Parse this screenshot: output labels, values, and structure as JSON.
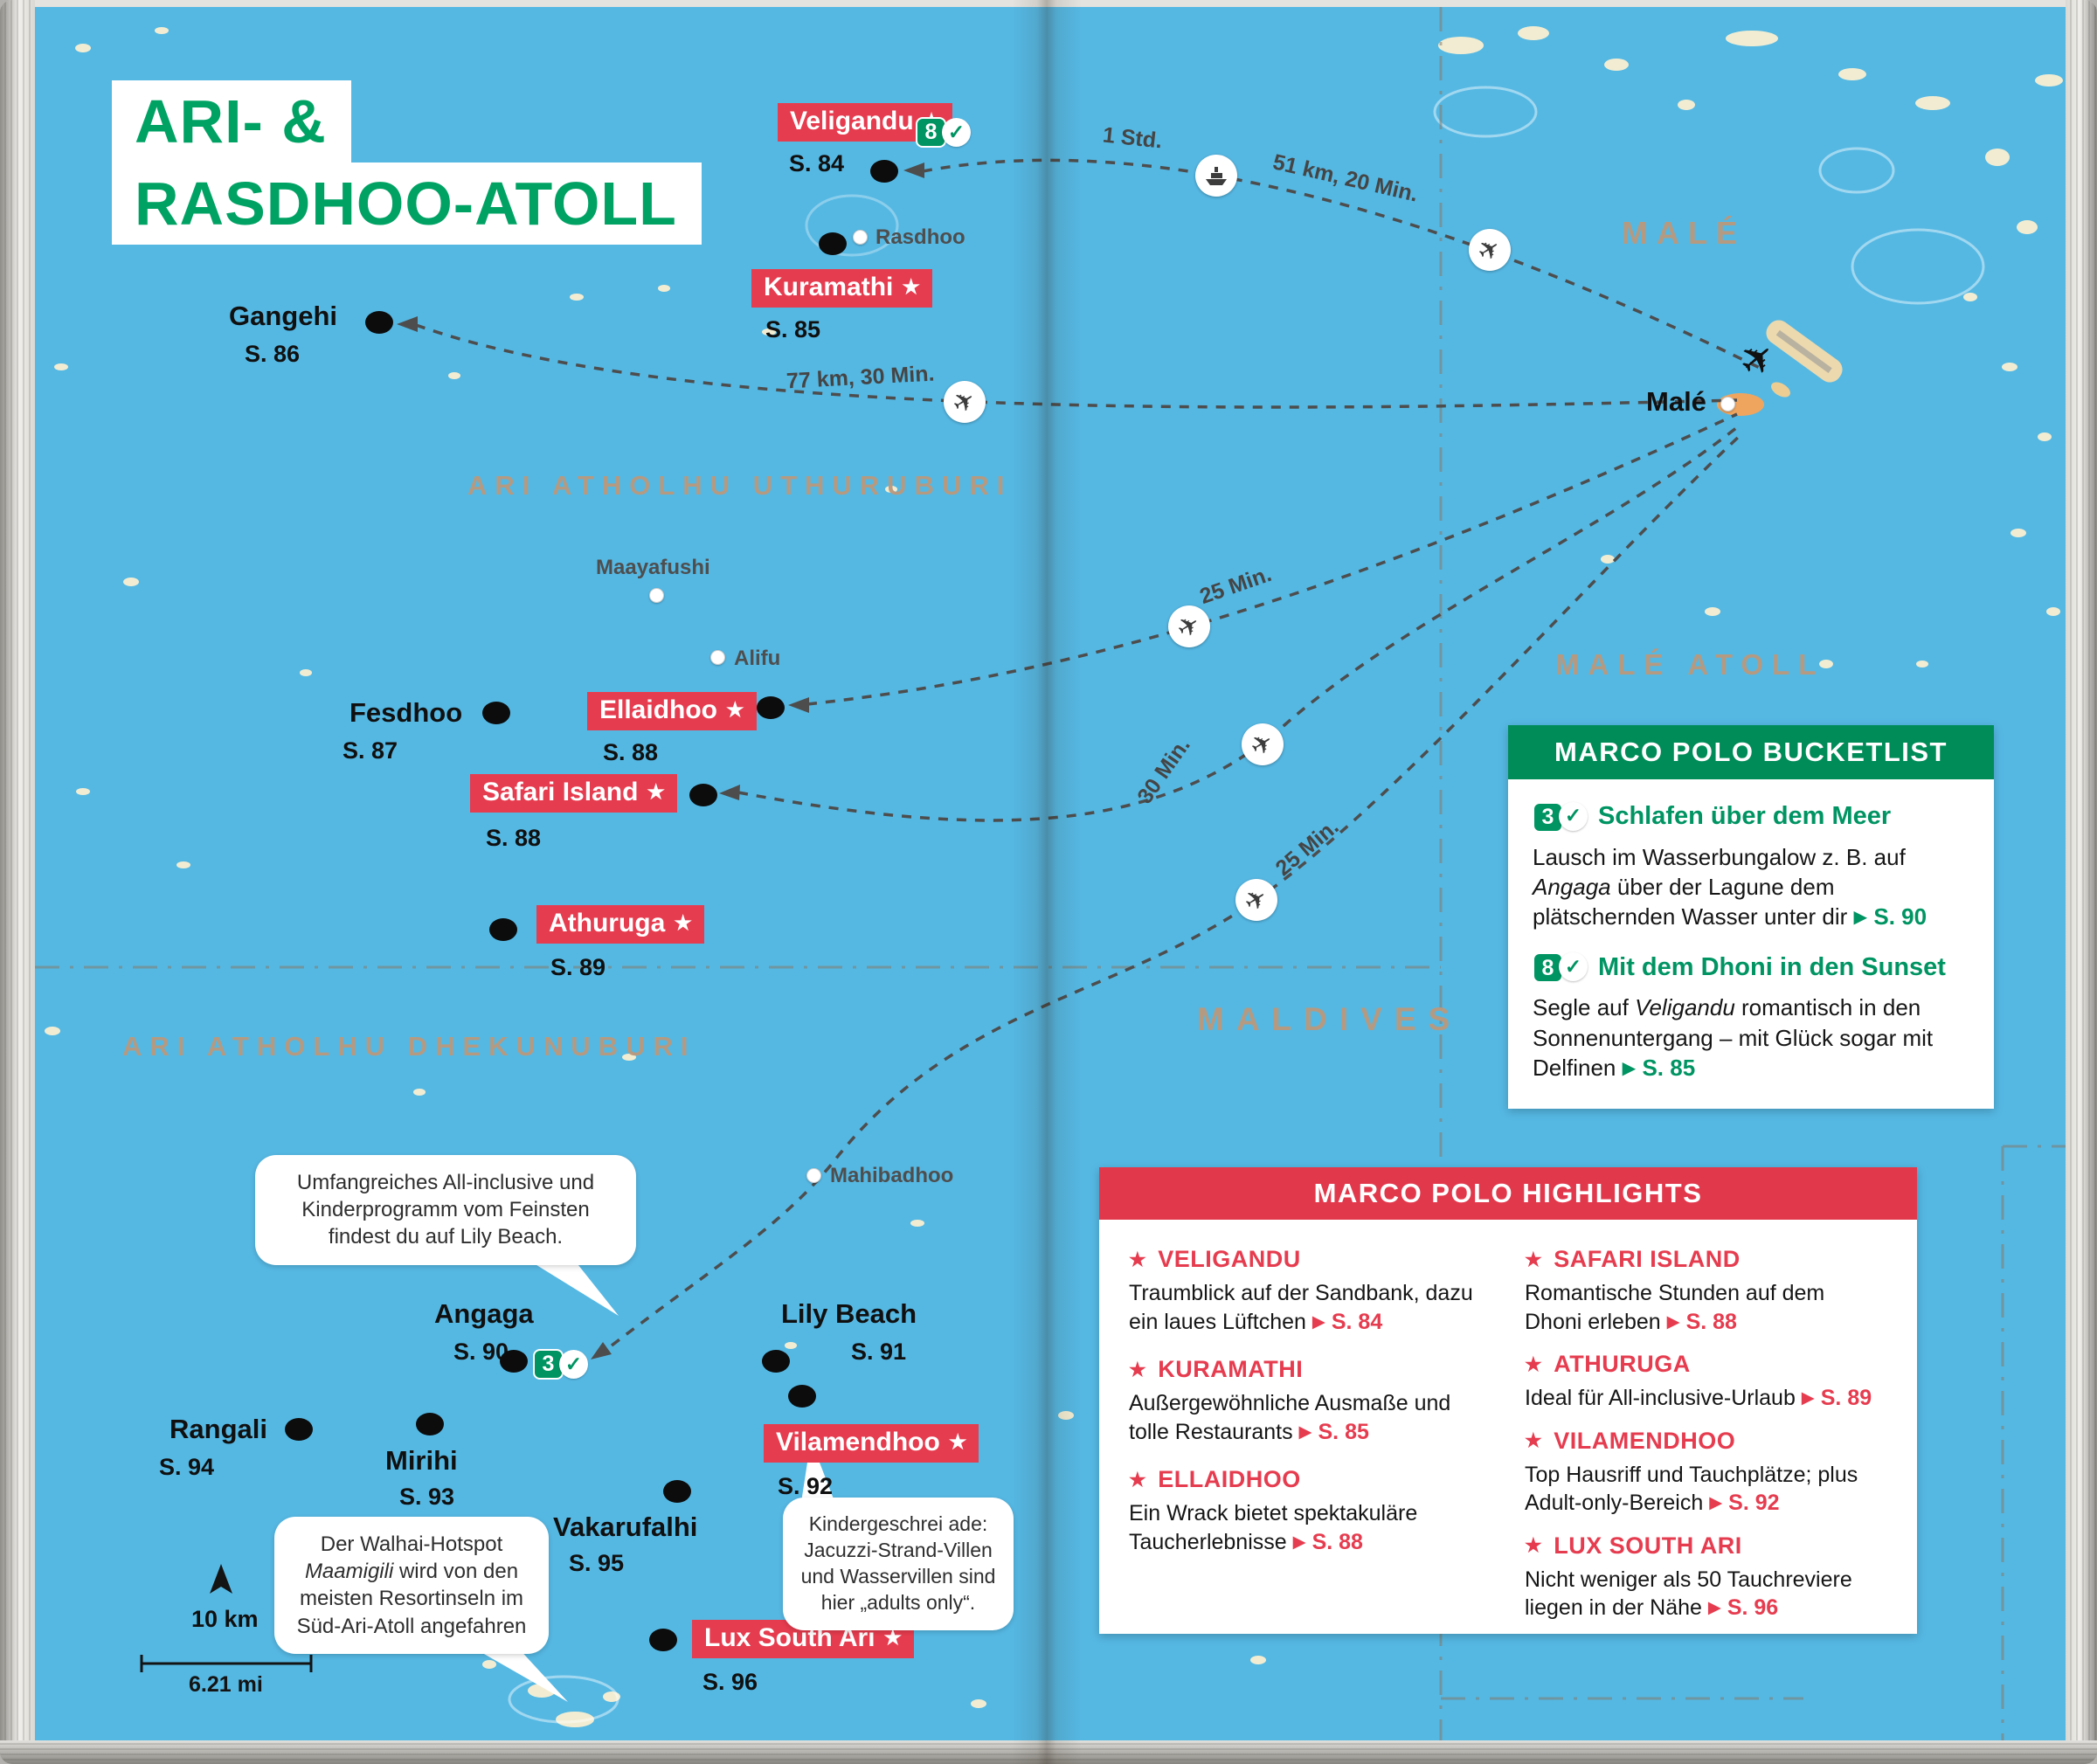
{
  "title": {
    "line1": "ARI- &",
    "line2": "RASDHOO-ATOLL"
  },
  "icons": {
    "star": "★",
    "check": "✓",
    "arrow": "▶",
    "plane": "✈"
  },
  "regions": {
    "male": "MALÉ",
    "ari_north": "ARI ATHOLHU UTHURUBURI",
    "male_atoll": "MALÉ ATOLL",
    "maldives": "MALDIVES",
    "ari_south": "ARI ATHOLHU DHEKUNUBURI"
  },
  "resorts": [
    {
      "name": "Veligandu",
      "page": "S. 84",
      "badge": "8"
    },
    {
      "name": "Kuramathi",
      "page": "S. 85"
    },
    {
      "name": "Gangehi",
      "page": "S. 86"
    },
    {
      "name": "Fesdhoo",
      "page": "S. 87"
    },
    {
      "name": "Ellaidhoo",
      "page": "S. 88"
    },
    {
      "name": "Safari Island",
      "page": "S. 88"
    },
    {
      "name": "Athuruga",
      "page": "S. 89"
    },
    {
      "name": "Angaga",
      "page": "S. 90",
      "badge": "3"
    },
    {
      "name": "Lily Beach",
      "page": "S. 91"
    },
    {
      "name": "Vilamendhoo",
      "page": "S. 92"
    },
    {
      "name": "Mirihi",
      "page": "S. 93"
    },
    {
      "name": "Rangali",
      "page": "S. 94"
    },
    {
      "name": "Vakarufalhi",
      "page": "S. 95"
    },
    {
      "name": "Lux South Ari",
      "page": "S. 96"
    }
  ],
  "local_islands": {
    "rasdhoo": "Rasdhoo",
    "maayafushi": "Maayafushi",
    "alifu": "Alifu",
    "mahibadhoo": "Mahibadhoo",
    "male_city": "Malé"
  },
  "route_labels": {
    "ferry": "1 Std.",
    "male_flight": "51 km, 20 Min.",
    "gangehi": "77 km, 30 Min.",
    "ellaidhoo": "25 Min.",
    "safari": "30 Min.",
    "angaga": "25 Min."
  },
  "bubbles": {
    "lily": "Umfangreiches All-inclusive und Kinderprogramm vom Feinsten findest du auf Lily Beach.",
    "walhai_pre": "Der Walhai-Hotspot ",
    "walhai_italic": "Maamigili",
    "walhai_post": " wird von den meisten Resortinseln im Süd-Ari-Atoll angefahren",
    "adults": "Kindergeschrei ade: Jacuzzi-Strand-Villen und Wasservillen sind hier „adults only“."
  },
  "scalebar": {
    "km": "10 km",
    "mi": "6.21 mi"
  },
  "bucketlist": {
    "title": "MARCO POLO BUCKETLIST",
    "items": [
      {
        "num": "3",
        "heading": "Schlafen über dem Meer",
        "pre": "Lausch im Wasserbungalow z. B. auf ",
        "em": "Angaga",
        "post": " über der Lagune dem plätschernden Wasser unter dir ",
        "page": "S. 90"
      },
      {
        "num": "8",
        "heading": "Mit dem Dhoni in den Sunset",
        "pre": "Segle auf ",
        "em": "Veligandu",
        "post": " romantisch in den Sonnenuntergang – mit Glück sogar mit Delfinen ",
        "page": "S. 85"
      }
    ]
  },
  "highlights": {
    "title": "MARCO POLO HIGHLIGHTS",
    "col1": [
      {
        "name": "VELIGANDU",
        "text": "Traumblick auf der Sandbank, dazu ein laues Lüftchen ",
        "page": "S. 84"
      },
      {
        "name": "KURAMATHI",
        "text": "Außergewöhnliche Ausmaße und tolle Restaurants ",
        "page": "S. 85"
      },
      {
        "name": "ELLAIDHOO",
        "text": "Ein Wrack bietet spektakuläre Taucherlebnisse ",
        "page": "S. 88"
      }
    ],
    "col2": [
      {
        "name": "SAFARI ISLAND",
        "text": "Romantische Stunden auf dem Dhoni erleben ",
        "page": "S. 88"
      },
      {
        "name": "ATHURUGA",
        "text": "Ideal für All-inclusive-Urlaub ",
        "page": "S. 89"
      },
      {
        "name": "VILAMENDHOO",
        "text": "Top Hausriff und Tauchplätze; plus Adult-only-Bereich ",
        "page": "S. 92"
      },
      {
        "name": "LUX SOUTH ARI",
        "text": "Nicht weniger als 50 Tauchreviere liegen in der Nähe ",
        "page": "S. 96"
      }
    ]
  }
}
